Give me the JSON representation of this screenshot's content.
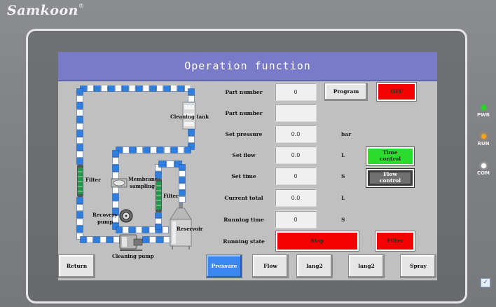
{
  "brand": {
    "name": "Samkoon",
    "mark": "®"
  },
  "screen": {
    "title": "Operation function",
    "rows": [
      {
        "label": "Part number",
        "value": "0",
        "unit": ""
      },
      {
        "label": "Part number",
        "value": "",
        "unit": ""
      },
      {
        "label": "Set pressure",
        "value": "0.0",
        "unit": "bar"
      },
      {
        "label": "Set flow",
        "value": "0.0",
        "unit": "L"
      },
      {
        "label": "Set time",
        "value": "0",
        "unit": "S"
      },
      {
        "label": "Current total",
        "value": "0.0",
        "unit": "L"
      },
      {
        "label": "Running time",
        "value": "0",
        "unit": "S"
      },
      {
        "label": "Running state",
        "value": "",
        "unit": ""
      }
    ],
    "buttons": {
      "program": "Program",
      "off": "OFF",
      "time_control": "Time\ncontrol",
      "flow_control": "Flow\ncontrol",
      "stop": "Stop",
      "filter": "Filter",
      "return": "Return"
    },
    "tabs": [
      "Pressure",
      "Flow",
      "lang2",
      "lang2",
      "Spray"
    ],
    "active_tab": "Pressure",
    "diagram": {
      "cleaning_tank": "Cleaning tank",
      "filter_left": "Filter",
      "membrane": "Membrane\nsampling",
      "filter_right": "Filter",
      "recovery_pump": "Recovery\npump",
      "reservoir": "Reservoir",
      "cleaning_pump": "Cleaning pump"
    }
  },
  "indicators": [
    {
      "label": "PWR",
      "color": "#22dd22"
    },
    {
      "label": "RUN",
      "color": "#f2a21b"
    },
    {
      "label": "COM",
      "color": "#ffffff"
    }
  ],
  "colors": {
    "title_bar": "#7a7aca",
    "pipe_blue": "#2f7fe0",
    "alarm_red": "#f40000",
    "active_tab": "#3b86ef"
  }
}
